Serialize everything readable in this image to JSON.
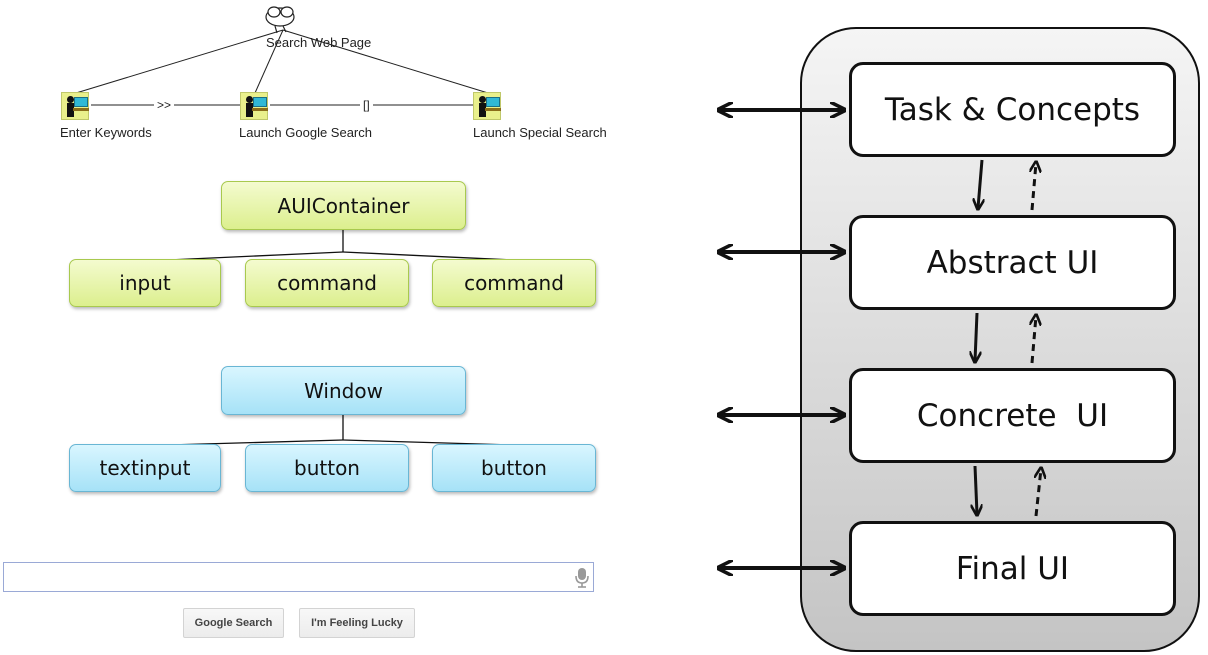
{
  "task_model": {
    "root": {
      "label": "Search Web Page",
      "icon": "cloud-icon"
    },
    "tasks": [
      {
        "label": "Enter Keywords",
        "icon": "user-task-icon"
      },
      {
        "label": "Launch Google Search",
        "icon": "user-task-icon"
      },
      {
        "label": "Launch Special Search",
        "icon": "user-task-icon"
      }
    ],
    "operators": [
      ">>",
      "[]"
    ]
  },
  "abstract_tree": {
    "root": "AUIContainer",
    "children": [
      "input",
      "command",
      "command"
    ],
    "color": "#dcef8e"
  },
  "concrete_tree": {
    "root": "Window",
    "children": [
      "textinput",
      "button",
      "button"
    ],
    "color": "#a6e2f7"
  },
  "search_ui": {
    "input_value": "",
    "mic_icon": "microphone-icon",
    "buttons": [
      "Google Search",
      "I'm Feeling Lucky"
    ]
  },
  "framework": {
    "layers": [
      "Task & Concepts",
      "Abstract UI",
      "Concrete  UI",
      "Final UI"
    ]
  }
}
